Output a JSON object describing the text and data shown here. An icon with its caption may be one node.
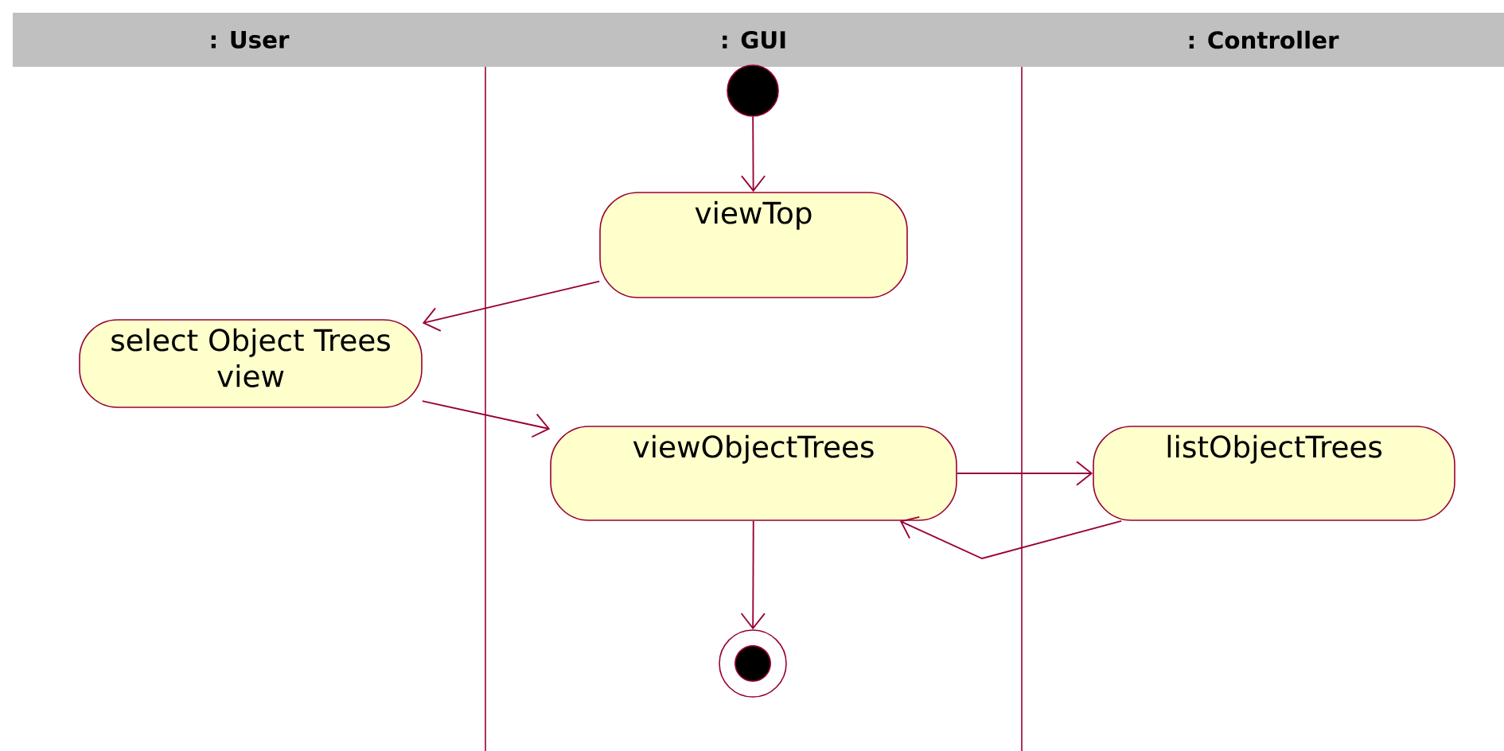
{
  "diagram": {
    "nodes": [
      {
        "text": [
          ": User"
        ]
      },
      {
        "text": [
          ": GUI"
        ]
      },
      {
        "text": [
          ": Controller"
        ]
      },
      {
        "text": [],
        "shape": "circle"
      },
      {
        "text": [
          "viewTop"
        ]
      },
      {
        "text": [
          "select Object Trees view"
        ]
      },
      {
        "text": [
          "viewObjectTrees"
        ]
      },
      {
        "text": [
          "listObjectTrees"
        ]
      },
      {
        "text": [],
        "shape": "circle"
      }
    ],
    "edges": [
      {
        "from": 3,
        "to": 4,
        "arrow": "to"
      },
      {
        "from": 4,
        "to": 5,
        "arrow": "to"
      },
      {
        "from": 5,
        "to": 6,
        "arrow": "to"
      },
      {
        "from": 6,
        "to": 7,
        "arrow": "to"
      },
      {
        "from": 7,
        "to": 6,
        "arrow": "to"
      },
      {
        "from": 6,
        "to": 8,
        "arrow": "to"
      }
    ]
  }
}
